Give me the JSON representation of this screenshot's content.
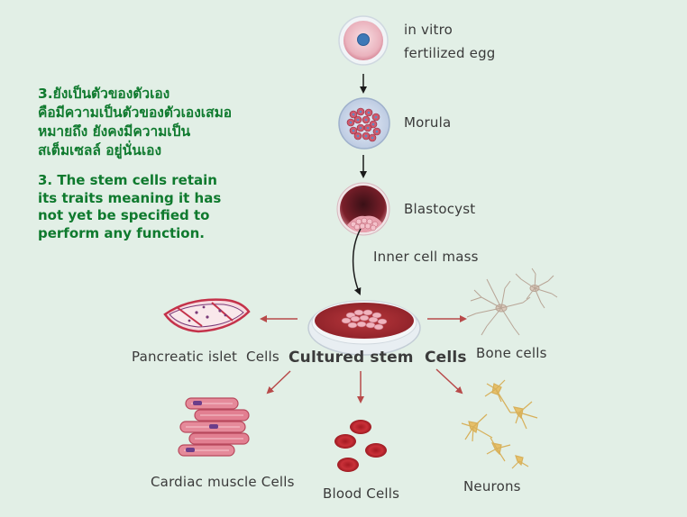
{
  "annotation": {
    "thai_lines": [
      "3.ยังเป็นตัวของตัวเอง",
      "คือมีความเป็นตัวของตัวเองเสมอ",
      "หมายถึง ยังคงมีความเป็น",
      "สเต็มเซลล์ อยู่นั่นเอง"
    ],
    "english_lines": [
      "3. The stem cells retain",
      "its traits meaning it has",
      "not yet be specified to",
      "perform any function."
    ]
  },
  "stages": {
    "egg_line1": "in vitro",
    "egg_line2": "fertilized egg",
    "morula": "Morula",
    "blastocyst": "Blastocyst",
    "inner_cell_mass": "Inner cell mass"
  },
  "center_label": "Cultured stem  Cells",
  "outputs": {
    "pancreatic": "Pancreatic islet  Cells",
    "bone": "Bone cells",
    "cardiac": "Cardiac muscle Cells",
    "blood": "Blood Cells",
    "neurons": "Neurons"
  },
  "colors": {
    "background": "#e2efe6",
    "annotation_text": "#0f7a2e",
    "arrow_red": "#b84a4a",
    "arrow_black": "#1a1a1a"
  }
}
